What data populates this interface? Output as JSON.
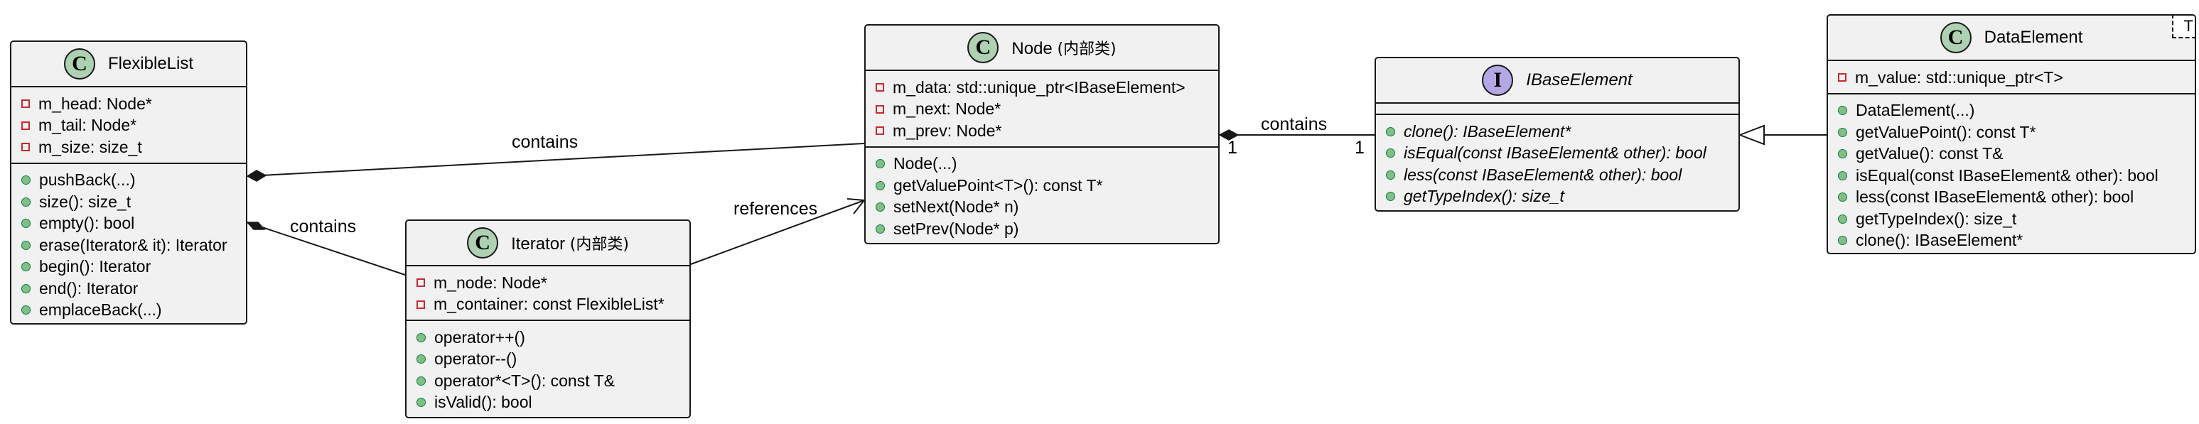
{
  "classes": {
    "flexible_list": {
      "name": "FlexibleList",
      "fields": [
        "m_head: Node*",
        "m_tail: Node*",
        "m_size: size_t"
      ],
      "methods": [
        "pushBack(...)",
        "size(): size_t",
        "empty(): bool",
        "erase(Iterator& it): Iterator",
        "begin(): Iterator",
        "end(): Iterator",
        "emplaceBack(...)"
      ]
    },
    "iterator": {
      "name": "Iterator",
      "note": "(内部类)",
      "fields": [
        "m_node: Node*",
        "m_container: const FlexibleList*"
      ],
      "methods": [
        "operator++()",
        "operator--()",
        "operator*<T>(): const T&",
        "isValid(): bool"
      ]
    },
    "node": {
      "name": "Node",
      "note": "(内部类)",
      "fields": [
        "m_data: std::unique_ptr<IBaseElement>",
        "m_next: Node*",
        "m_prev: Node*"
      ],
      "methods": [
        "Node(...)",
        "getValuePoint<T>(): const T*",
        "setNext(Node* n)",
        "setPrev(Node* p)"
      ]
    },
    "ibase_element": {
      "name": "IBaseElement",
      "stereotype_glyph": "I",
      "fields": [],
      "methods": [
        "clone(): IBaseElement*",
        "isEqual(const IBaseElement& other): bool",
        "less(const IBaseElement& other): bool",
        "getTypeIndex(): size_t"
      ]
    },
    "data_element": {
      "name": "DataElement",
      "template_param": "T",
      "fields": [
        "m_value: std::unique_ptr<T>"
      ],
      "methods": [
        "DataElement(...)",
        "getValuePoint(): const T*",
        "getValue(): const T&",
        "isEqual(const IBaseElement& other): bool",
        "less(const IBaseElement& other): bool",
        "getTypeIndex(): size_t",
        "clone(): IBaseElement*"
      ]
    }
  },
  "badge_glyph_class": "C",
  "relations": {
    "list_node": {
      "label": "contains"
    },
    "list_iterator": {
      "label": "contains"
    },
    "iterator_node": {
      "label": "references"
    },
    "node_ibase": {
      "label": "contains",
      "mult_source": "1",
      "mult_target": "1"
    },
    "data_ibase": {
      "kind": "realization"
    }
  },
  "colors": {
    "box_fill": "#f1f1f1",
    "border": "#181818",
    "class_badge": "#add1b2",
    "interface_badge": "#b4a7e5",
    "private_marker": "#c82930",
    "public_marker": "#84be84"
  }
}
